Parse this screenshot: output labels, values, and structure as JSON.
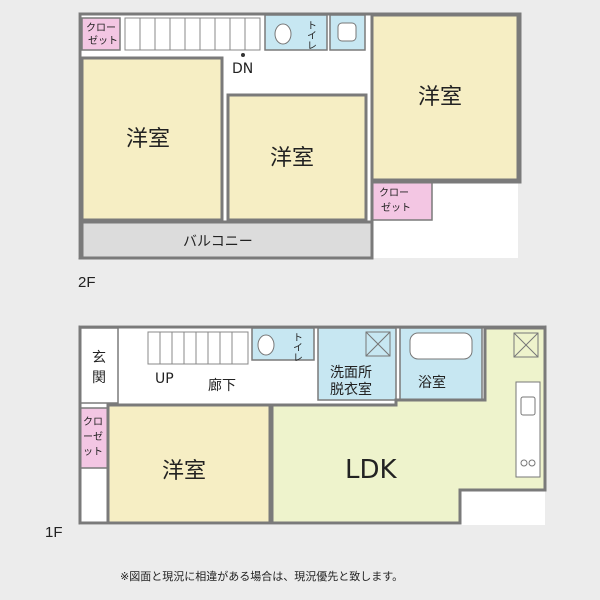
{
  "colors": {
    "background": "#ececec",
    "room_yellow": "#f6eec4",
    "ldk_green": "#eef3cc",
    "wet_blue": "#c7e7f2",
    "closet_pink": "#f3c6e3",
    "balcony_gray": "#dcdcdc",
    "wall": "#7a7a7a"
  },
  "floor2": {
    "floor_label": "2F",
    "closet_left": [
      "クロー",
      "ゼット"
    ],
    "toilet": "トイレ",
    "dn": "DN",
    "room_left": "洋室",
    "room_center": "洋室",
    "room_right": "洋室",
    "closet_right": [
      "クロー",
      "ゼット"
    ],
    "balcony": "バルコニー"
  },
  "floor1": {
    "floor_label": "1F",
    "entrance": [
      "玄",
      "関"
    ],
    "up": "UP",
    "hallway": "廊下",
    "toilet": "トイレ",
    "washroom": [
      "洗面所",
      "脱衣室"
    ],
    "bath": "浴室",
    "closet": [
      "クロ",
      "ーゼ",
      "ット"
    ],
    "room": "洋室",
    "ldk": "LDK"
  },
  "note": "※図面と現況に相違がある場合は、現況優先と致します。"
}
